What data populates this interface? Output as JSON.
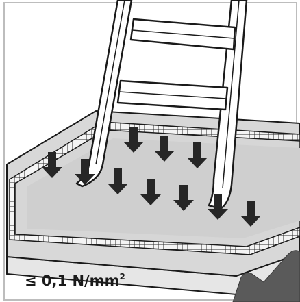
{
  "label": {
    "symbol": "≤",
    "value": "0,1",
    "unit": "N/mm",
    "exponent": "2"
  },
  "colors": {
    "background": "#ffffff",
    "floor": "#d8d8d8",
    "floor_inner": "#cfcfcf",
    "grid": "#2a2a2a",
    "arrow": "#262626",
    "ladder": "#ffffff",
    "outline": "#1a1a1a",
    "frame": "#bdbdbd",
    "check": "#5a5a5a"
  },
  "icons": {
    "load_arrow": "down-arrow",
    "corner_mark": "check-mark"
  }
}
